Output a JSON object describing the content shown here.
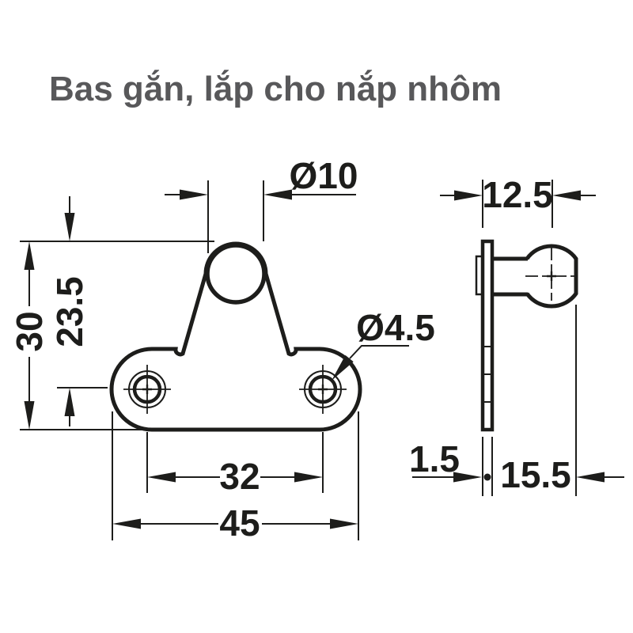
{
  "title": "Bas gắn, lắp cho nắp nhôm",
  "views": {
    "front": {
      "ball_diameter": "Ø10",
      "height_to_hole_center": "23.5",
      "total_height": "30",
      "hole_spacing": "32",
      "total_width": "45",
      "screw_hole_diameter": "Ø4.5"
    },
    "side": {
      "depth_to_ball_center": "12.5",
      "plate_thickness": "1.5",
      "depth_to_ball_end": "15.5"
    }
  },
  "colors": {
    "line": "#1d1d1b",
    "title_text": "#58585a",
    "background": "#ffffff"
  }
}
